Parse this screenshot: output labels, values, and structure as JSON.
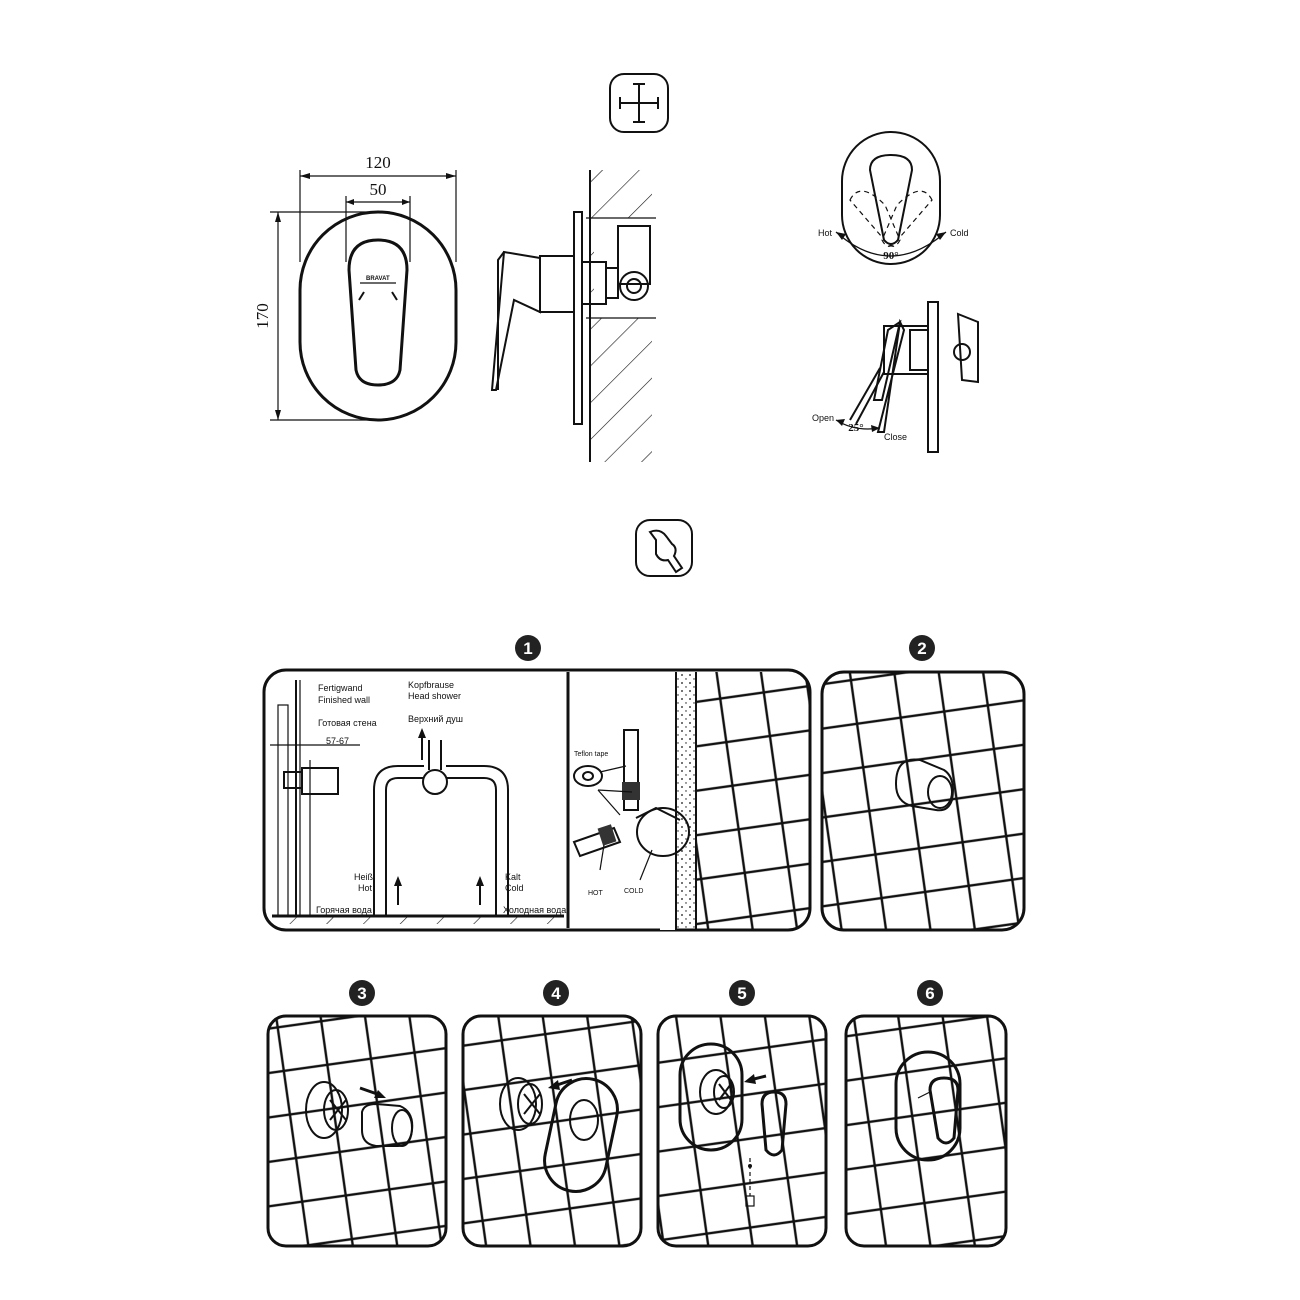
{
  "dimensions": {
    "width_label": "120",
    "inner_width_label": "50",
    "height_label": "170"
  },
  "rotation": {
    "hot_label": "Hot",
    "cold_label": "Cold",
    "angle_label": "90°"
  },
  "tilt": {
    "open_label": "Open",
    "close_label": "Close",
    "angle_label": "25°"
  },
  "brand_mark": "BRAVAT",
  "steps": [
    {
      "number": "1"
    },
    {
      "number": "2"
    },
    {
      "number": "3"
    },
    {
      "number": "4"
    },
    {
      "number": "5"
    },
    {
      "number": "6"
    }
  ],
  "step1": {
    "finished_wall_de": "Fertigwand",
    "finished_wall_en": "Finished wall",
    "finished_wall_ru": "Готовая стена",
    "depth_range": "57-67",
    "head_shower_de": "Kopfbrause",
    "head_shower_en": "Head shower",
    "head_shower_ru": "Верхний душ",
    "hot_de": "Heiß",
    "hot_en": "Hot",
    "hot_ru": "Горячая вода",
    "cold_de": "Kalt",
    "cold_en": "Cold",
    "cold_ru": "Холодная вода",
    "teflon_label": "Teflon tape",
    "hot_pipe_label": "HOT",
    "cold_pipe_label": "COLD"
  },
  "icons": [
    "crosshair-icon",
    "wrench-icon"
  ]
}
